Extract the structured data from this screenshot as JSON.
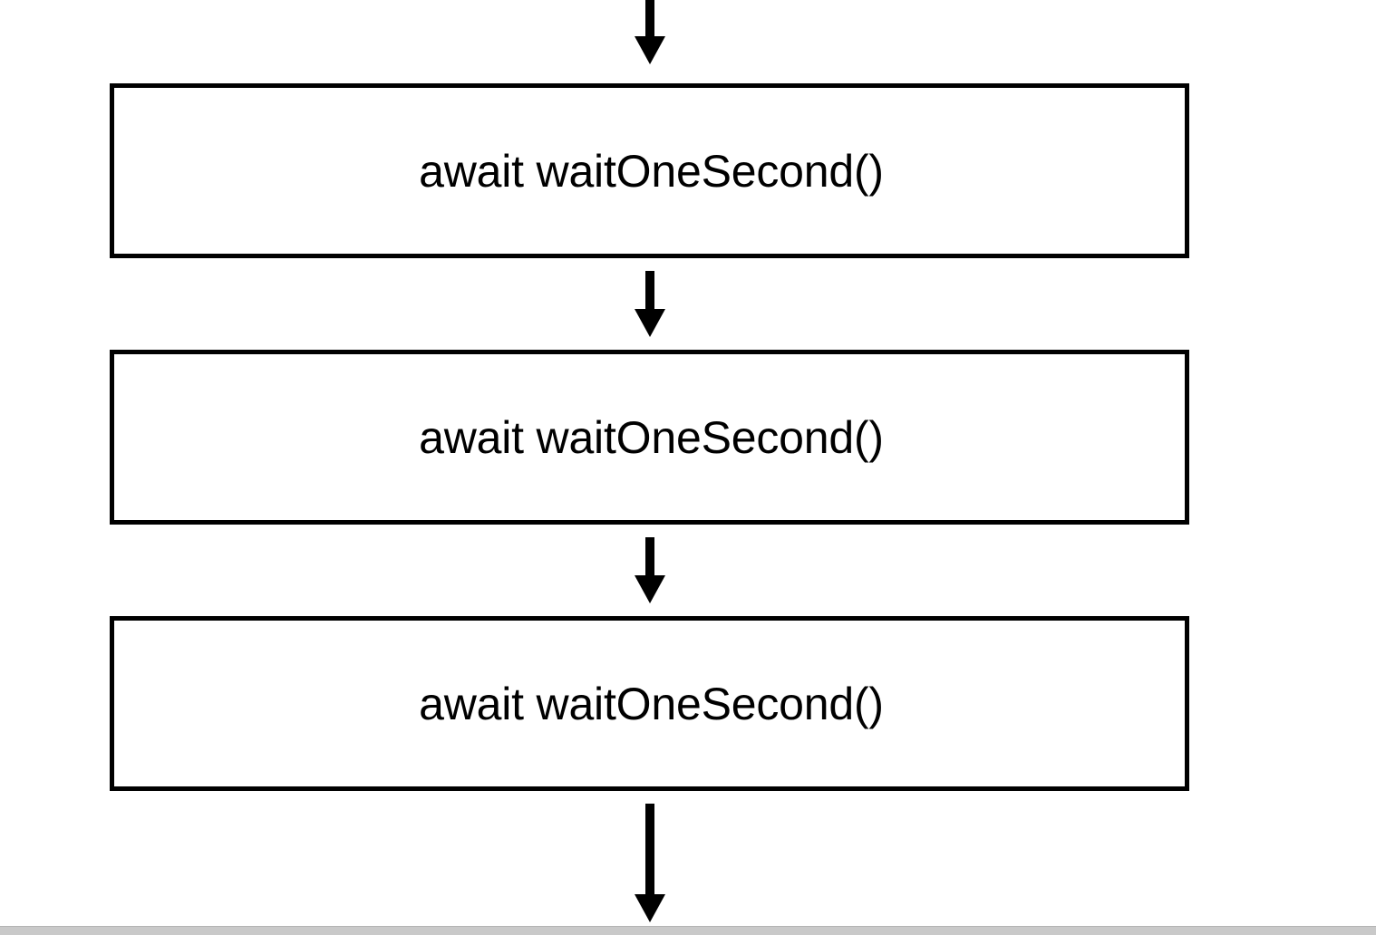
{
  "diagram": {
    "type": "flowchart",
    "orientation": "vertical",
    "title": "",
    "background_color": "#ffffff",
    "stroke_color": "#000000",
    "text_color": "#000000",
    "nodes": [
      {
        "id": "node-1",
        "label": "await waitOneSecond()",
        "shape": "rectangle"
      },
      {
        "id": "node-2",
        "label": "await waitOneSecond()",
        "shape": "rectangle"
      },
      {
        "id": "node-3",
        "label": "await waitOneSecond()",
        "shape": "rectangle"
      }
    ],
    "connectors": [
      {
        "id": "arrow-top",
        "from": "",
        "to": "node-1",
        "style": "solid-arrow-down",
        "clipped": true
      },
      {
        "id": "arrow-1-2",
        "from": "node-1",
        "to": "node-2",
        "style": "solid-arrow-down",
        "clipped": false
      },
      {
        "id": "arrow-2-3",
        "from": "node-2",
        "to": "node-3",
        "style": "solid-arrow-down",
        "clipped": false
      },
      {
        "id": "arrow-bottom",
        "from": "node-3",
        "to": "",
        "style": "solid-arrow-down",
        "clipped": true
      }
    ]
  },
  "footer": {
    "strip_color": "#c9c9c9"
  }
}
